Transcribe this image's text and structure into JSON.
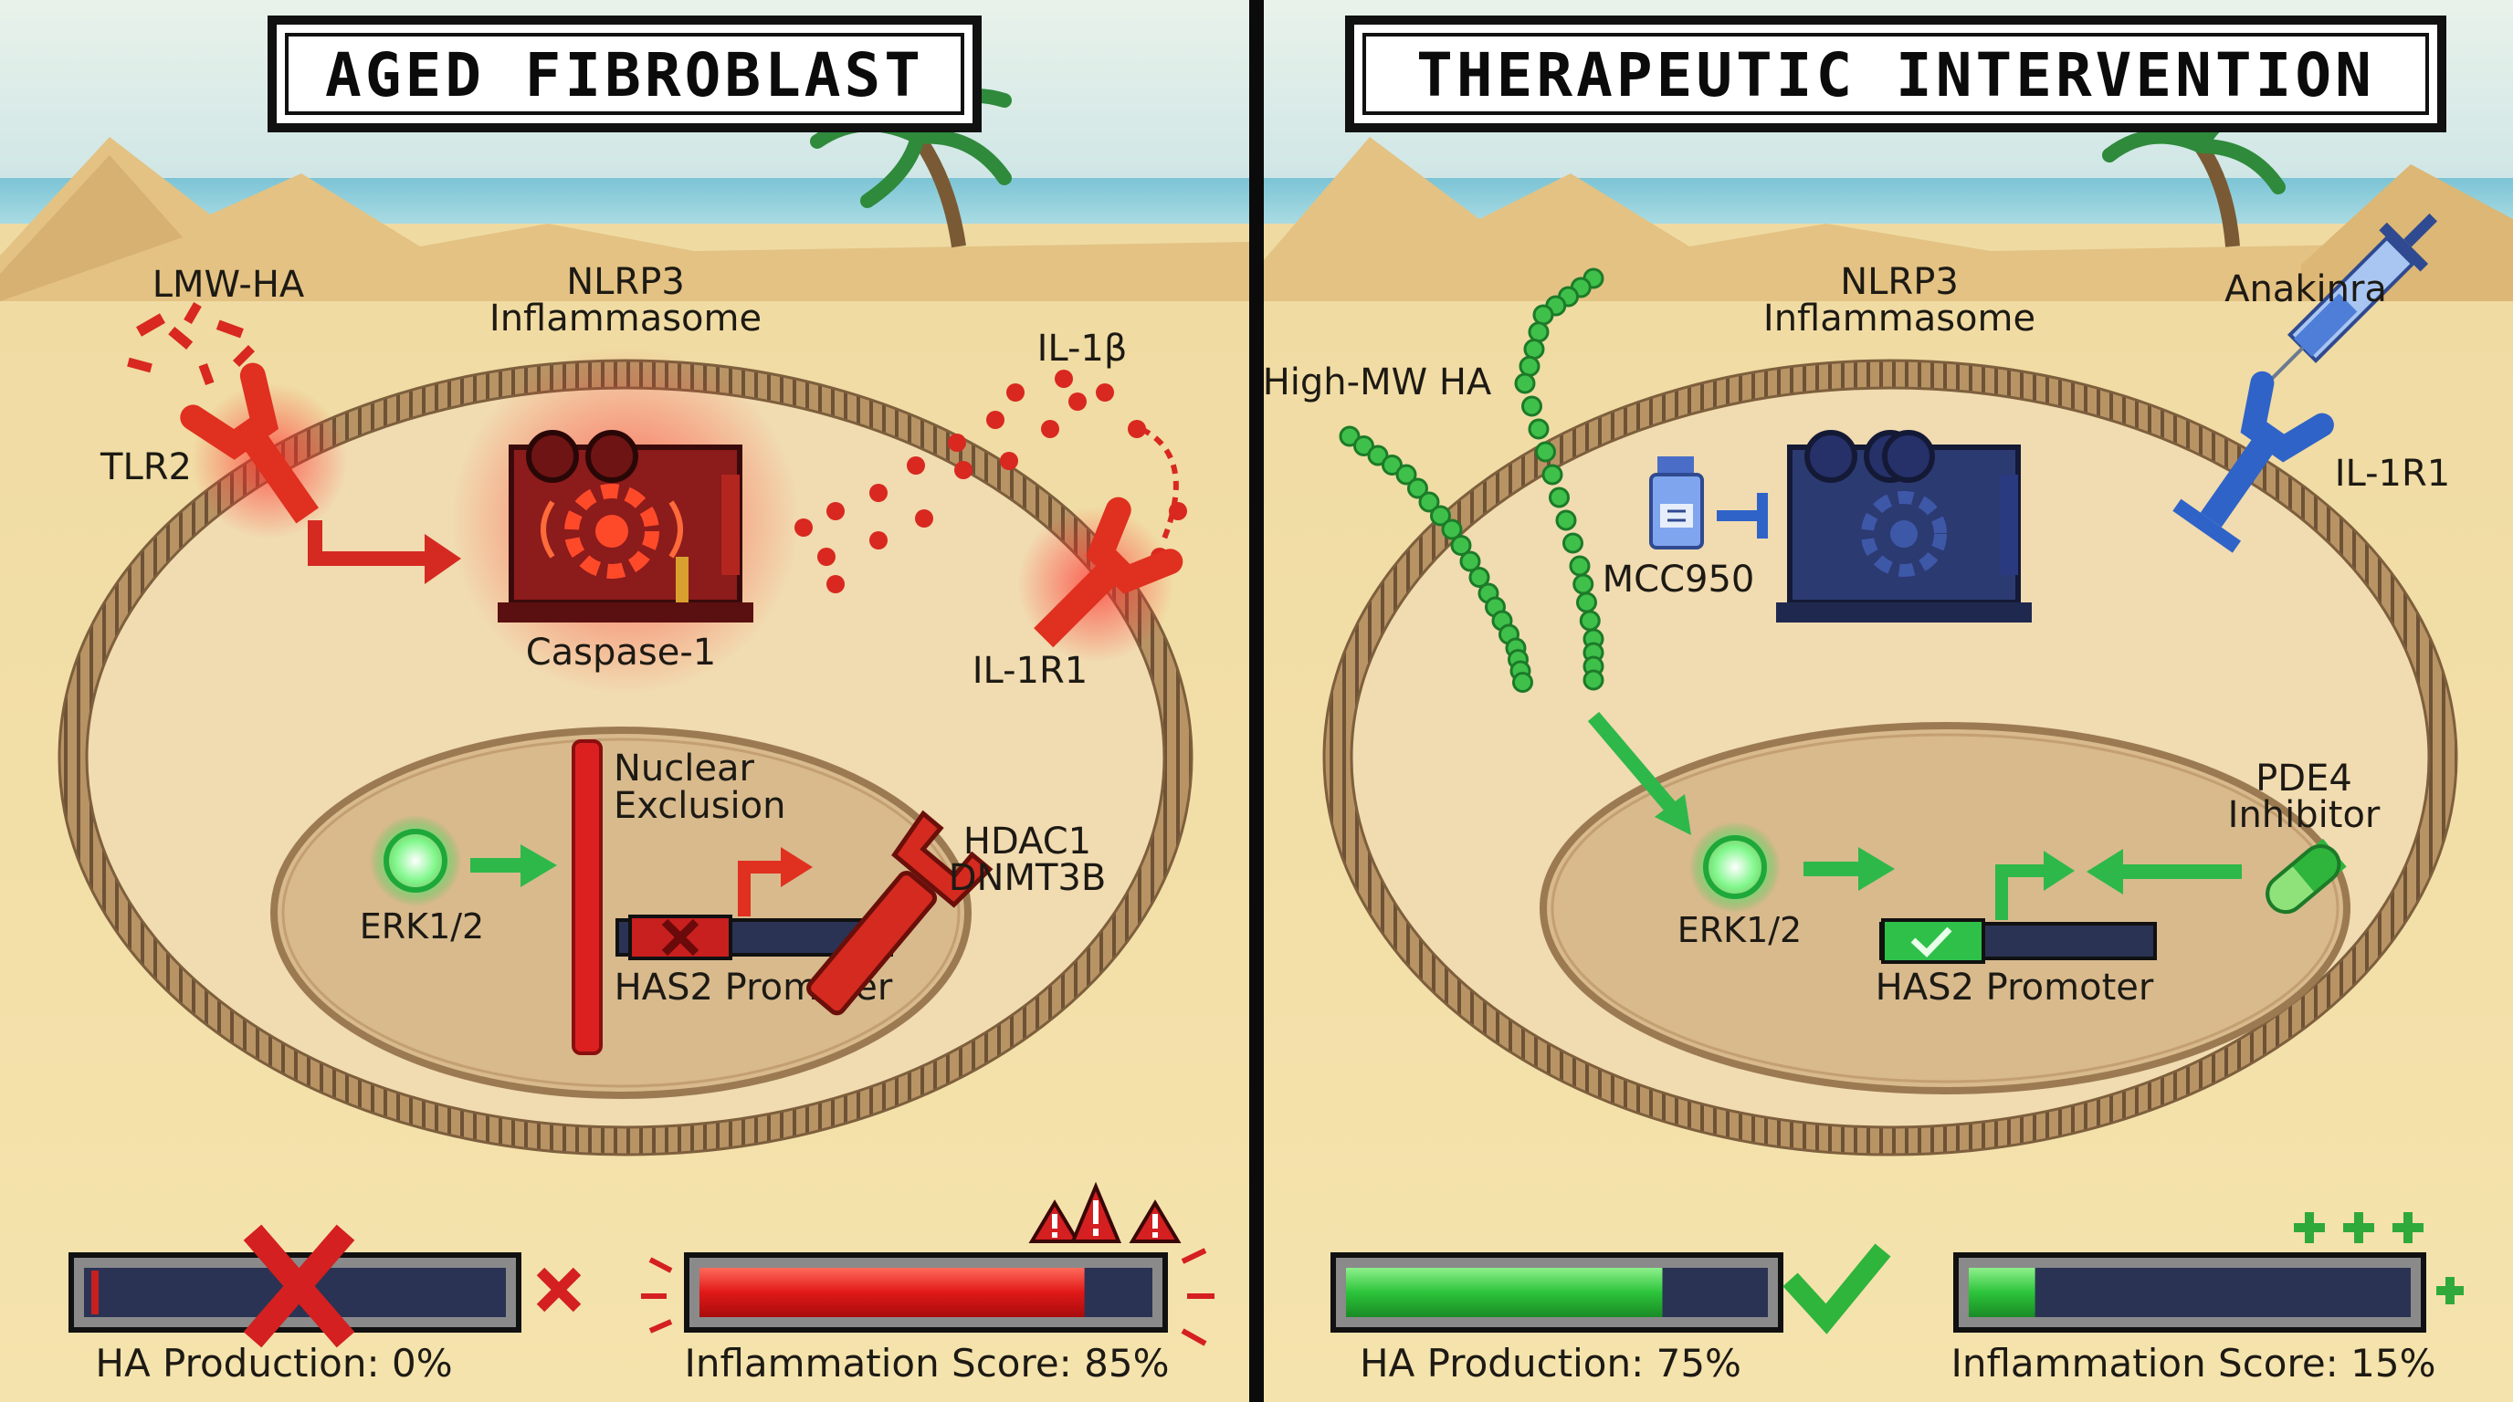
{
  "colors": {
    "sand": "#f2dfa6",
    "cell_fill": "#f1dbb0",
    "nucleus_fill": "#d7b98c",
    "membrane": "#9a7a55",
    "alarm_red": "#e02020",
    "heal_green": "#2fc04a",
    "inhibitor_blue": "#2f63c8",
    "bar_track": "#2a3354"
  },
  "left": {
    "title": "AGED FIBROBLAST",
    "labels": {
      "lmw_ha": "LMW-HA",
      "tlr2": "TLR2",
      "nlrp3_line1": "NLRP3",
      "nlrp3_line2": "Inflammasome",
      "caspase": "Caspase-1",
      "il1b": "IL-1β",
      "il1r1": "IL-1R1",
      "nuclear_line1": "Nuclear",
      "nuclear_line2": "Exclusion",
      "erk": "ERK1/2",
      "hdac": "HDAC1",
      "dnmt": "DNMT3B",
      "has2": "HAS2 Promoter"
    },
    "meters": {
      "ha": {
        "label": "HA Production: 0%",
        "fraction": 0.0
      },
      "inflammation": {
        "label": "Inflammation Score: 85%",
        "fraction": 0.85
      }
    }
  },
  "right": {
    "title": "THERAPEUTIC INTERVENTION",
    "labels": {
      "high_mw_ha": "High-MW HA",
      "nlrp3_line1": "NLRP3",
      "nlrp3_line2": "Inflammasome",
      "anakinra": "Anakinra",
      "il1r1": "IL-1R1",
      "mcc950": "MCC950",
      "pde4_line1": "PDE4",
      "pde4_line2": "Inhibitor",
      "erk": "ERK1/2",
      "has2": "HAS2 Promoter"
    },
    "meters": {
      "ha": {
        "label": "HA Production: 75%",
        "fraction": 0.75
      },
      "inflammation": {
        "label": "Inflammation Score: 15%",
        "fraction": 0.15
      }
    }
  }
}
